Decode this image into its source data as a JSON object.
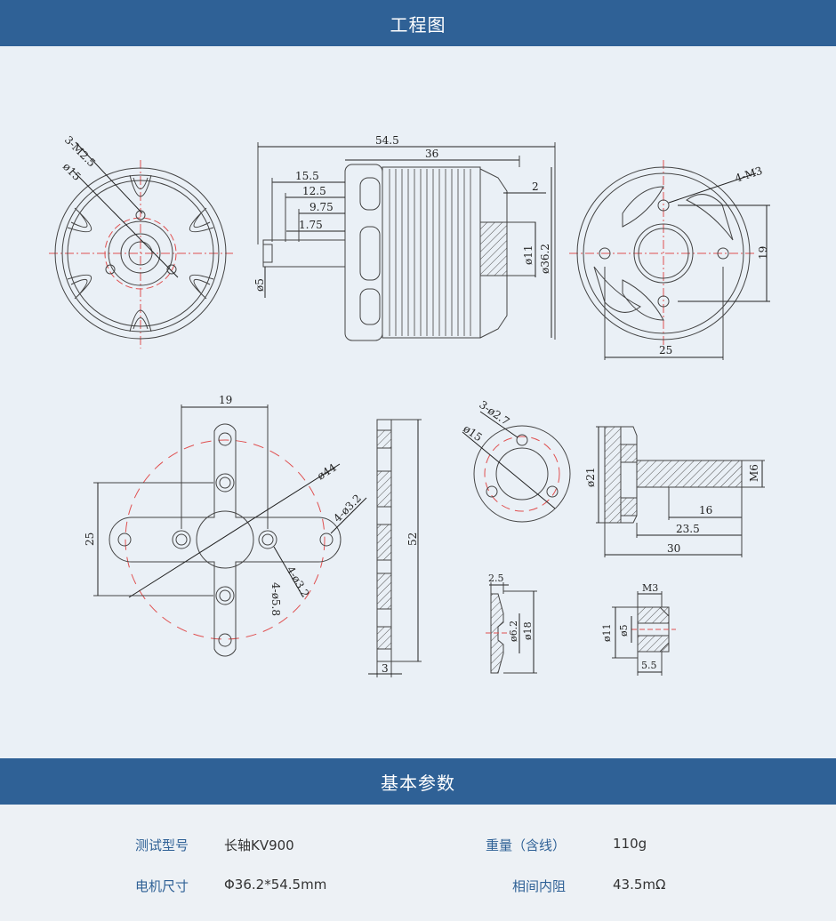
{
  "header1": {
    "title": "工程图"
  },
  "header2": {
    "title": "基本参数"
  },
  "drawing": {
    "views": {
      "front": {
        "labels": [
          "3-M2.5",
          "ø15"
        ]
      },
      "side": {
        "labels": [
          "54.5",
          "36",
          "15.5",
          "12.5",
          "9.75",
          "1.75",
          "2",
          "ø11",
          "ø36.2",
          "ø5"
        ]
      },
      "rear": {
        "labels": [
          "4-M3",
          "19",
          "25"
        ]
      },
      "mount": {
        "labels": [
          "19",
          "25",
          "ø44",
          "4-ø3.2",
          "4-ø3.2",
          "4-ø5.8"
        ]
      },
      "mount_side": {
        "labels": [
          "52",
          "3"
        ]
      },
      "prop_adapter": {
        "labels": [
          "3-ø2.7",
          "ø15"
        ]
      },
      "shaft": {
        "labels": [
          "ø21",
          "M6",
          "16",
          "23.5",
          "30"
        ]
      },
      "washer": {
        "labels": [
          "2.5",
          "ø6.2",
          "ø18"
        ]
      },
      "nut": {
        "labels": [
          "M3",
          "ø11",
          "ø5",
          "5.5"
        ]
      }
    }
  },
  "params": {
    "rows": [
      {
        "left_label": "测试型号",
        "left_value": "长轴KV900",
        "right_label": "重量（含线）",
        "right_value": "110g"
      },
      {
        "left_label": "电机尺寸",
        "left_value": "Φ36.2*54.5mm",
        "right_label": "相间内阻",
        "right_value": "43.5mΩ"
      }
    ]
  }
}
